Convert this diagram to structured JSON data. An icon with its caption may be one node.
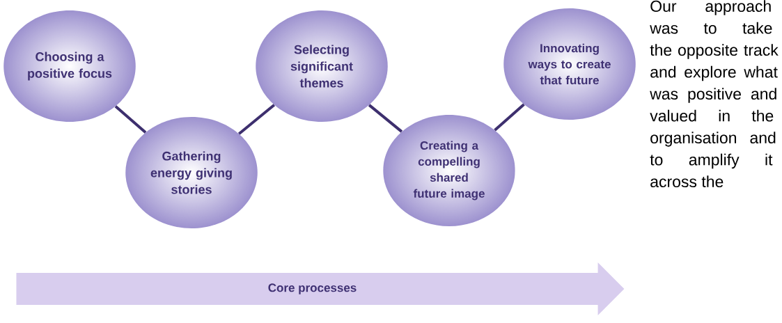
{
  "diagram": {
    "nodes": [
      {
        "text": [
          "Choosing a positive focus"
        ]
      },
      {
        "text": [
          "Gathering energy giving stories"
        ]
      },
      {
        "text": [
          "Selecting significant themes"
        ]
      },
      {
        "text": [
          "Creating a compelling shared future image"
        ]
      },
      {
        "text": [
          "Innovating ways to create that future"
        ]
      },
      {
        "text": [
          "Core processes"
        ]
      }
    ],
    "edges": [
      {
        "from": 0,
        "to": 1,
        "arrow": "none"
      },
      {
        "from": 1,
        "to": 2,
        "arrow": "none"
      },
      {
        "from": 2,
        "to": 3,
        "arrow": "none"
      },
      {
        "from": 3,
        "to": 4,
        "arrow": "none"
      }
    ],
    "labels": [
      "Our approach was to take the opposite track and explore what was positive and valued in the organisation and to amplify it across the"
    ]
  }
}
